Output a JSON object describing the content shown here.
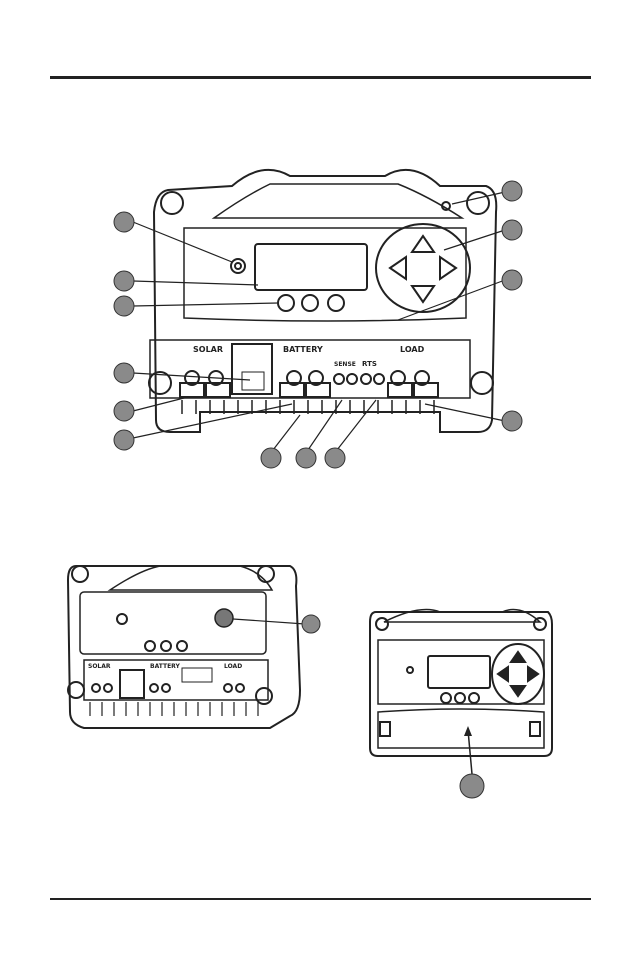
{
  "figure1": {
    "labels": {
      "solar": "SOLAR",
      "battery": "BATTERY",
      "load": "LOAD",
      "sense": "SENSE",
      "rts": "RTS"
    }
  },
  "figure2": {
    "labels": {
      "solar": "SOLAR",
      "battery": "BATTERY",
      "load": "LOAD"
    }
  },
  "colors": {
    "callout_fill": "#8a8a8a",
    "line": "#222222"
  }
}
